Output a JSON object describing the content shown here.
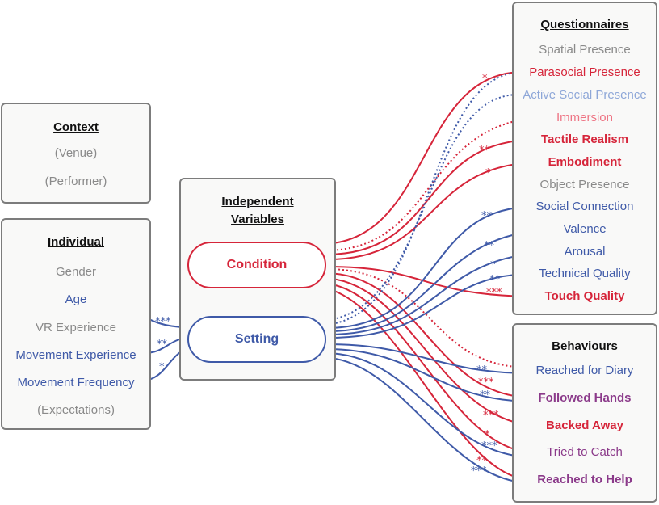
{
  "context": {
    "title": "Context",
    "items": [
      "(Venue)",
      "(Performer)"
    ]
  },
  "individual": {
    "title": "Individual",
    "items": [
      "Gender",
      "Age",
      "VR Experience",
      "Movement Experience",
      "Movement Frequency",
      "(Expectations)"
    ]
  },
  "independent": {
    "title_line1": "Independent",
    "title_line2": "Variables",
    "condition_label": "Condition",
    "setting_label": "Setting"
  },
  "questionnaires": {
    "title": "Questionnaires",
    "items": [
      "Spatial Presence",
      "Parasocial Presence",
      "Active Social Presence",
      "Immersion",
      "Tactile Realism",
      "Embodiment",
      "Object Presence",
      "Social Connection",
      "Valence",
      "Arousal",
      "Technical Quality",
      "Touch Quality"
    ]
  },
  "behaviours": {
    "title": "Behaviours",
    "items": [
      "Reached for Diary",
      "Followed Hands",
      "Backed Away",
      "Tried to Catch",
      "Reached to Help"
    ]
  },
  "significance": {
    "age": "***",
    "movement_experience": "**",
    "movement_frequency": "*",
    "parasocial_presence": "*",
    "tactile_realism": "**",
    "embodiment": "*",
    "social_connection": "**",
    "valence": "**",
    "arousal": "*",
    "technical_quality": "**",
    "touch_quality": "***",
    "reached_for_diary": "**",
    "followed_hands_condition": "***",
    "followed_hands_setting": "**",
    "backed_away": "***",
    "tried_to_catch_condition": "*",
    "tried_to_catch_setting": "***",
    "reached_to_help_condition": "**",
    "reached_to_help_setting": "***"
  },
  "colors": {
    "condition": "#d6253a",
    "setting": "#3f5aa8",
    "non_significant": "#8a8a8a",
    "behaviour_purple": "#8b3a8a"
  }
}
